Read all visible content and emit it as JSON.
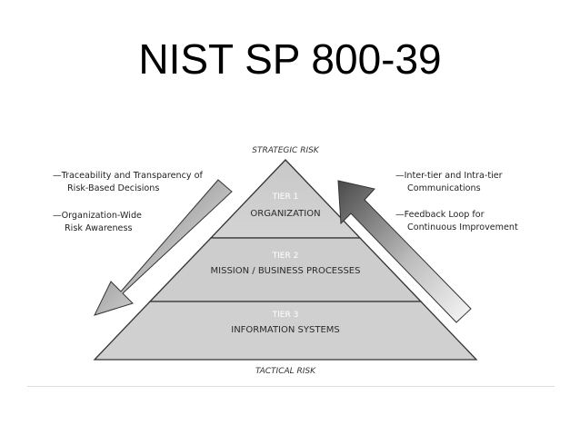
{
  "slide": {
    "title": "NIST SP 800-39"
  },
  "diagram": {
    "top_label": "STRATEGIC RISK",
    "bottom_label": "TACTICAL RISK",
    "tiers": [
      {
        "number": "TIER 1",
        "name": "ORGANIZATION"
      },
      {
        "number": "TIER 2",
        "name": "MISSION / BUSINESS PROCESSES"
      },
      {
        "number": "TIER 3",
        "name": "INFORMATION SYSTEMS"
      }
    ],
    "left_notes": [
      {
        "line1": "—Traceability and Transparency of",
        "line2": "Risk-Based Decisions"
      },
      {
        "line1": "—Organization-Wide",
        "line2": "Risk Awareness"
      }
    ],
    "right_notes": [
      {
        "line1": "—Inter-tier and Intra-tier",
        "line2": "Communications"
      },
      {
        "line1": "—Feedback Loop for",
        "line2": "Continuous Improvement"
      }
    ],
    "colors": {
      "pyramid_fill": "#cfcfcf",
      "pyramid_stroke": "#333333",
      "arrow_dark": "#4a4a4a",
      "arrow_light": "#f2f2f2"
    }
  }
}
